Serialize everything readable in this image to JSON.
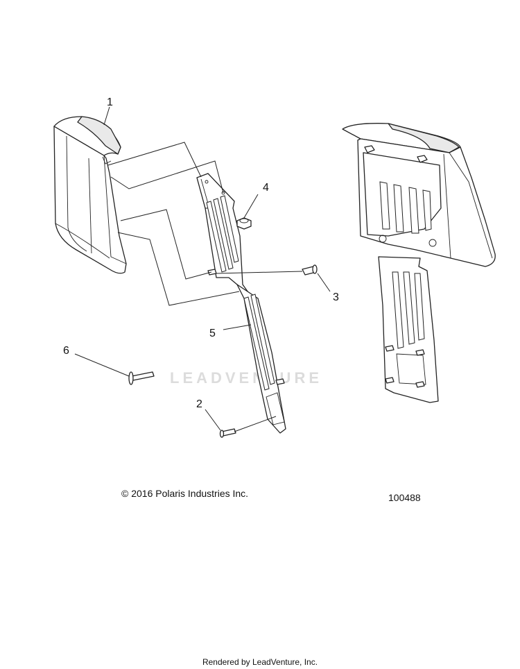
{
  "diagram": {
    "callouts": [
      "1",
      "2",
      "3",
      "4",
      "5",
      "6"
    ],
    "watermark": "LEADVENTURE",
    "copyright": "© 2016 Polaris Industries Inc.",
    "figure_number": "100488",
    "rendered_by": "Rendered by LeadVenture, Inc."
  }
}
